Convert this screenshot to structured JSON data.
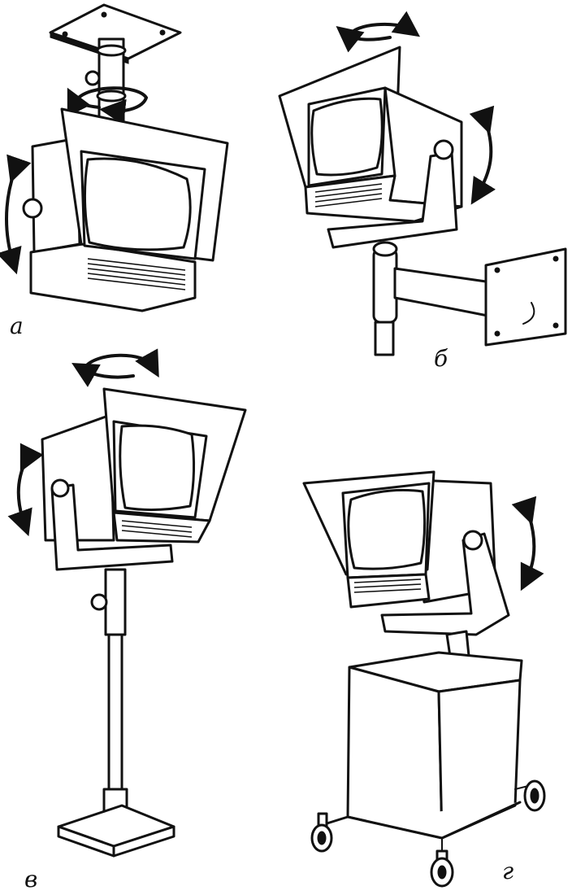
{
  "panels": [
    {
      "id": "a",
      "label": "а",
      "mount": "ceiling"
    },
    {
      "id": "b",
      "label": "б",
      "mount": "wall"
    },
    {
      "id": "v",
      "label": "в",
      "mount": "floor-stand"
    },
    {
      "id": "g",
      "label": "г",
      "mount": "mobile-cart"
    }
  ],
  "colors": {
    "ink": "#111111",
    "paper": "#ffffff"
  }
}
